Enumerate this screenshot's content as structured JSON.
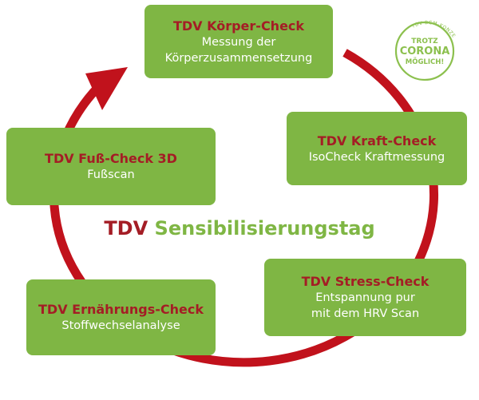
{
  "colors": {
    "accent_red": "#a41d25",
    "green": "#7fb644",
    "text_white": "#ffffff"
  },
  "center": {
    "brand": "TDV",
    "title": "Sensibilisierungstag"
  },
  "boxes": [
    {
      "title": "TDV Körper-Check",
      "lines": [
        "Messung der",
        "Körperzusammensetzung"
      ]
    },
    {
      "title": "TDV Kraft-Check",
      "lines": [
        "IsoCheck Kraftmessung"
      ]
    },
    {
      "title": "TDV Stress-Check",
      "lines": [
        "Entspannung pur",
        "mit dem HRV Scan"
      ]
    },
    {
      "title": "TDV Ernährungs-Check",
      "lines": [
        "Stoffwechselanalyse"
      ]
    },
    {
      "title": "TDV Fuß-Check 3D",
      "lines": [
        "Fußscan"
      ]
    }
  ],
  "seal": {
    "arc_text": "TDV BGM-KONZEPT",
    "line1": "TROTZ",
    "line2": "CORONA",
    "line3": "MÖGLICH!"
  }
}
